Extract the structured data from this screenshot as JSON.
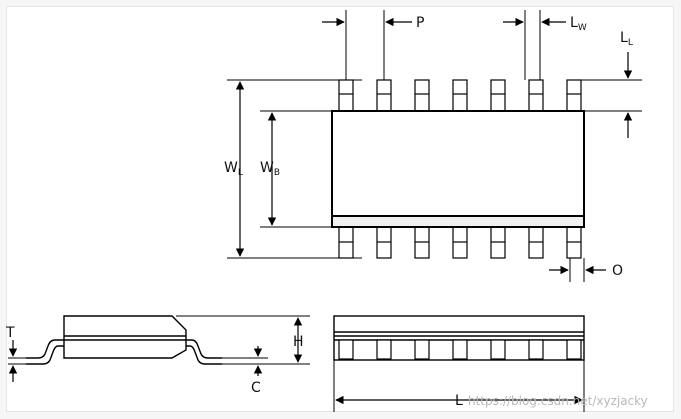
{
  "diagram": {
    "labels": {
      "p": "P",
      "lw_main": "L",
      "lw_sub": "W",
      "ll_main": "L",
      "ll_sub": "L",
      "wl_main": "W",
      "wl_sub": "L",
      "wb_main": "W",
      "wb_sub": "B",
      "o": "O",
      "t": "T",
      "h": "H",
      "c": "C",
      "l": "L"
    },
    "pins_per_side": 7
  },
  "watermark": "https://blog.csdn.net/xyzjacky"
}
